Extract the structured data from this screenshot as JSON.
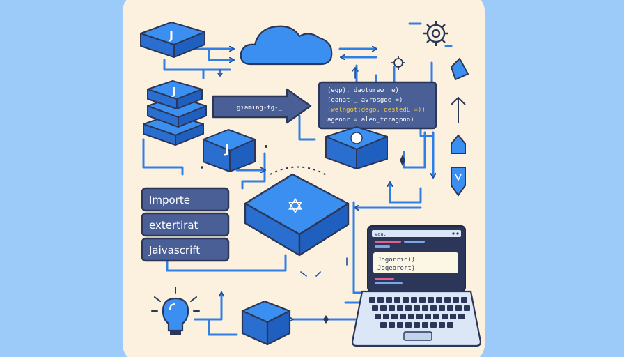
{
  "colors": {
    "background": "#9ccbfa",
    "panel": "#fcf1df",
    "blue": "#2f7fe4",
    "blue_dark": "#1d4fa0",
    "navy": "#2b3658",
    "slate": "#4a5f96",
    "yellow": "#f0c84a",
    "pink": "#e0628a"
  },
  "icons": {
    "block_glyph": "J",
    "center_glyph": "✡"
  },
  "code_panel": {
    "lines": [
      "(egp), daoturew _e)",
      "(eanat-_ avrosgde =)",
      "(welngot;dego, destedL =))",
      "ageonr = alen_toragpno)"
    ]
  },
  "arrow_banner": {
    "label": "giaming-tg-_"
  },
  "labels": {
    "items": [
      "Importe",
      "extertirat",
      "Jaivascrift"
    ]
  },
  "laptop": {
    "url_text": "vea.",
    "code_lines": [
      "Jogorric))",
      "Jogeorort)"
    ]
  }
}
